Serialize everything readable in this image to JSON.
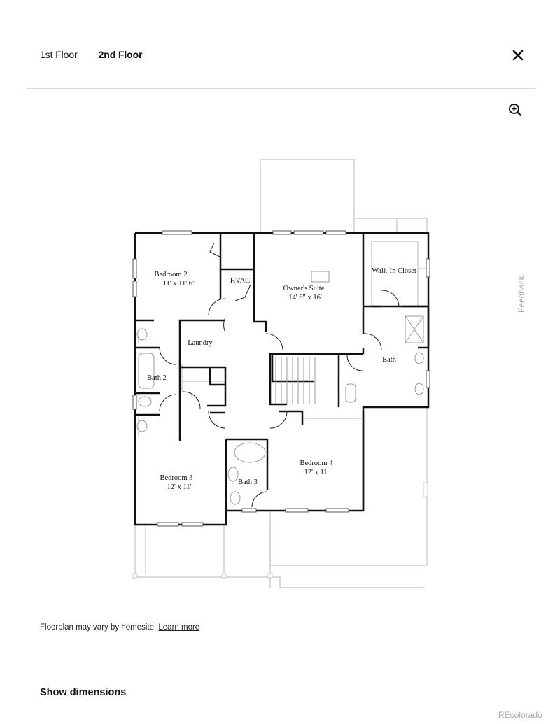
{
  "header": {
    "tabs": [
      {
        "label": "1st Floor",
        "active": false
      },
      {
        "label": "2nd Floor",
        "active": true
      }
    ],
    "close_icon": "close-icon",
    "zoom_icon": "zoom-in-icon"
  },
  "floorplan": {
    "rooms": [
      {
        "name": "Bedroom 2",
        "dims": "11' x 11' 6\""
      },
      {
        "name": "HVAC",
        "dims": ""
      },
      {
        "name": "Owner's Suite",
        "dims": "14' 6\" x 16'"
      },
      {
        "name": "Walk-In Closet",
        "dims": ""
      },
      {
        "name": "Laundry",
        "dims": ""
      },
      {
        "name": "Bath",
        "dims": ""
      },
      {
        "name": "Bath 2",
        "dims": ""
      },
      {
        "name": "Bedroom 4",
        "dims": "12' x 11'"
      },
      {
        "name": "Bedroom 3",
        "dims": "12' x 11'"
      },
      {
        "name": "Bath 3",
        "dims": ""
      }
    ]
  },
  "feedback_label": "Feedback",
  "footer": {
    "disclaimer": "Floorplan may vary by homesite.",
    "learn_more": "Learn more",
    "show_dimensions": "Show dimensions",
    "watermark": "REcolorado"
  }
}
